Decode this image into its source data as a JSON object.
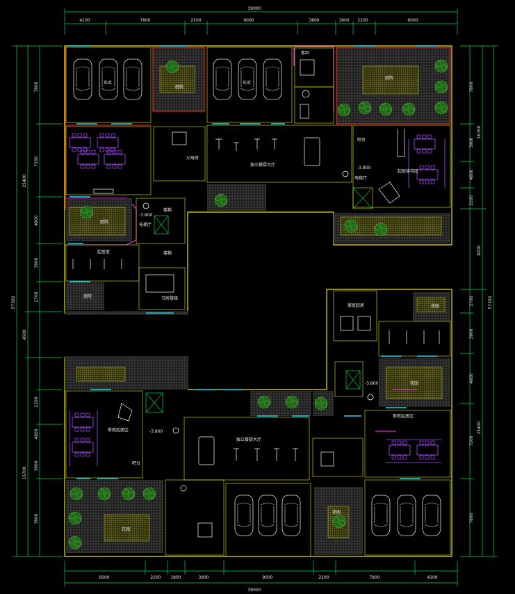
{
  "drawing": {
    "top_dims": [
      "4100",
      "7800",
      "2200",
      "9000",
      "3800",
      "1800",
      "2200",
      "6000"
    ],
    "top_total": "39000",
    "bottom_dims": [
      "6000",
      "2200",
      "1800",
      "3900",
      "9000",
      "2200",
      "7800",
      "4100"
    ],
    "bottom_total": "39000",
    "left_dims_upper": [
      "7800",
      "7200",
      "4800",
      "3900",
      "2700"
    ],
    "left_dims_lower": [
      "2200",
      "4800",
      "3900",
      "7800"
    ],
    "left_total_upper": "25400",
    "left_middle": "4500",
    "left_total_lower": "16700",
    "left_grand_total": "57300",
    "right_dims_upper": [
      "7800",
      "3900",
      "4800",
      "2200"
    ],
    "right_dims_lower": [
      "2700",
      "3900",
      "4800",
      "7200",
      "7800"
    ],
    "right_total_upper": "16700",
    "right_middle": "8200",
    "right_total_lower": "25400",
    "right_grand_total": "57300"
  },
  "rooms": {
    "garage_tl": "车库",
    "garage_tc": "车库",
    "courtyard_1": "庭院",
    "courtyard_2": "庭院",
    "courtyard_3": "庭院",
    "courtyard_4": "庭院",
    "parents_room": "父母房",
    "hall_top": "独立餐厨大厅",
    "hall_right": "起居接待区",
    "bar": "吧台",
    "elevator_1": "电梯厅",
    "elevator_2": "电梯厅",
    "stair_1": "楼梯",
    "stair_2": "楼梯",
    "living": "起居室",
    "study": "书房楼梯",
    "guest": "客卧",
    "level_1": "-3.800",
    "level_2": "-3.800",
    "level_3": "-3.800",
    "level_4": "-3.800",
    "lower_left_room": "家庭起居区",
    "lower_center_room": "独立餐厨大厅",
    "lower_right_room": "家庭起居区",
    "lower_bar": "吧台",
    "lower_right_top": "家庭起居",
    "lower_court_1": "花园",
    "lower_court_2": "花园",
    "lower_court_3": "花园",
    "lower_court_4": "花园"
  }
}
